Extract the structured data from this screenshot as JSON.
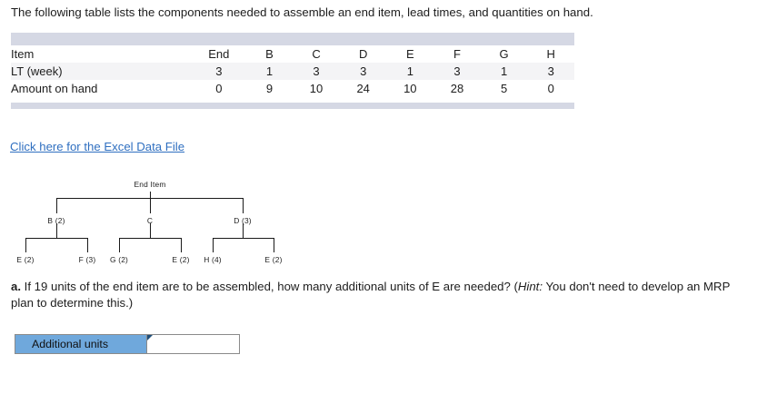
{
  "intro": {
    "text": "The following table lists the components needed to assemble an end item, lead times, and quantities on hand."
  },
  "table": {
    "columns": [
      "End",
      "B",
      "C",
      "D",
      "E",
      "F",
      "G",
      "H"
    ],
    "rows": [
      {
        "label": "Item",
        "values": [
          "End",
          "B",
          "C",
          "D",
          "E",
          "F",
          "G",
          "H"
        ]
      },
      {
        "label": "LT (week)",
        "values": [
          "3",
          "1",
          "3",
          "3",
          "1",
          "3",
          "1",
          "3"
        ]
      },
      {
        "label": "Amount on hand",
        "values": [
          "0",
          "9",
          "10",
          "24",
          "10",
          "28",
          "5",
          "0"
        ]
      }
    ],
    "band_color": "#d5d8e4",
    "shade_color": "#f4f4f6"
  },
  "excel_link": {
    "label": "Click here for the Excel Data File",
    "color": "#2f6fc0"
  },
  "tree": {
    "root": "End Item",
    "level1": [
      "B (2)",
      "C",
      "D (3)"
    ],
    "level2": [
      "E (2)",
      "F (3)",
      "G (2)",
      "E (2)",
      "H (4)",
      "E (2)"
    ],
    "line_color": "#1a1a1a"
  },
  "question": {
    "marker": "a.",
    "part1": "If 19 units of the end item are to be assembled, how many additional units of E are needed? (",
    "hint_label": "Hint:",
    "part2": " You don't need to develop an MRP plan to determine this.)"
  },
  "answer": {
    "label": "Additional units",
    "value": "",
    "placeholder": "",
    "label_color": "#6fa8dc",
    "marker_color": "#1f4e79"
  }
}
